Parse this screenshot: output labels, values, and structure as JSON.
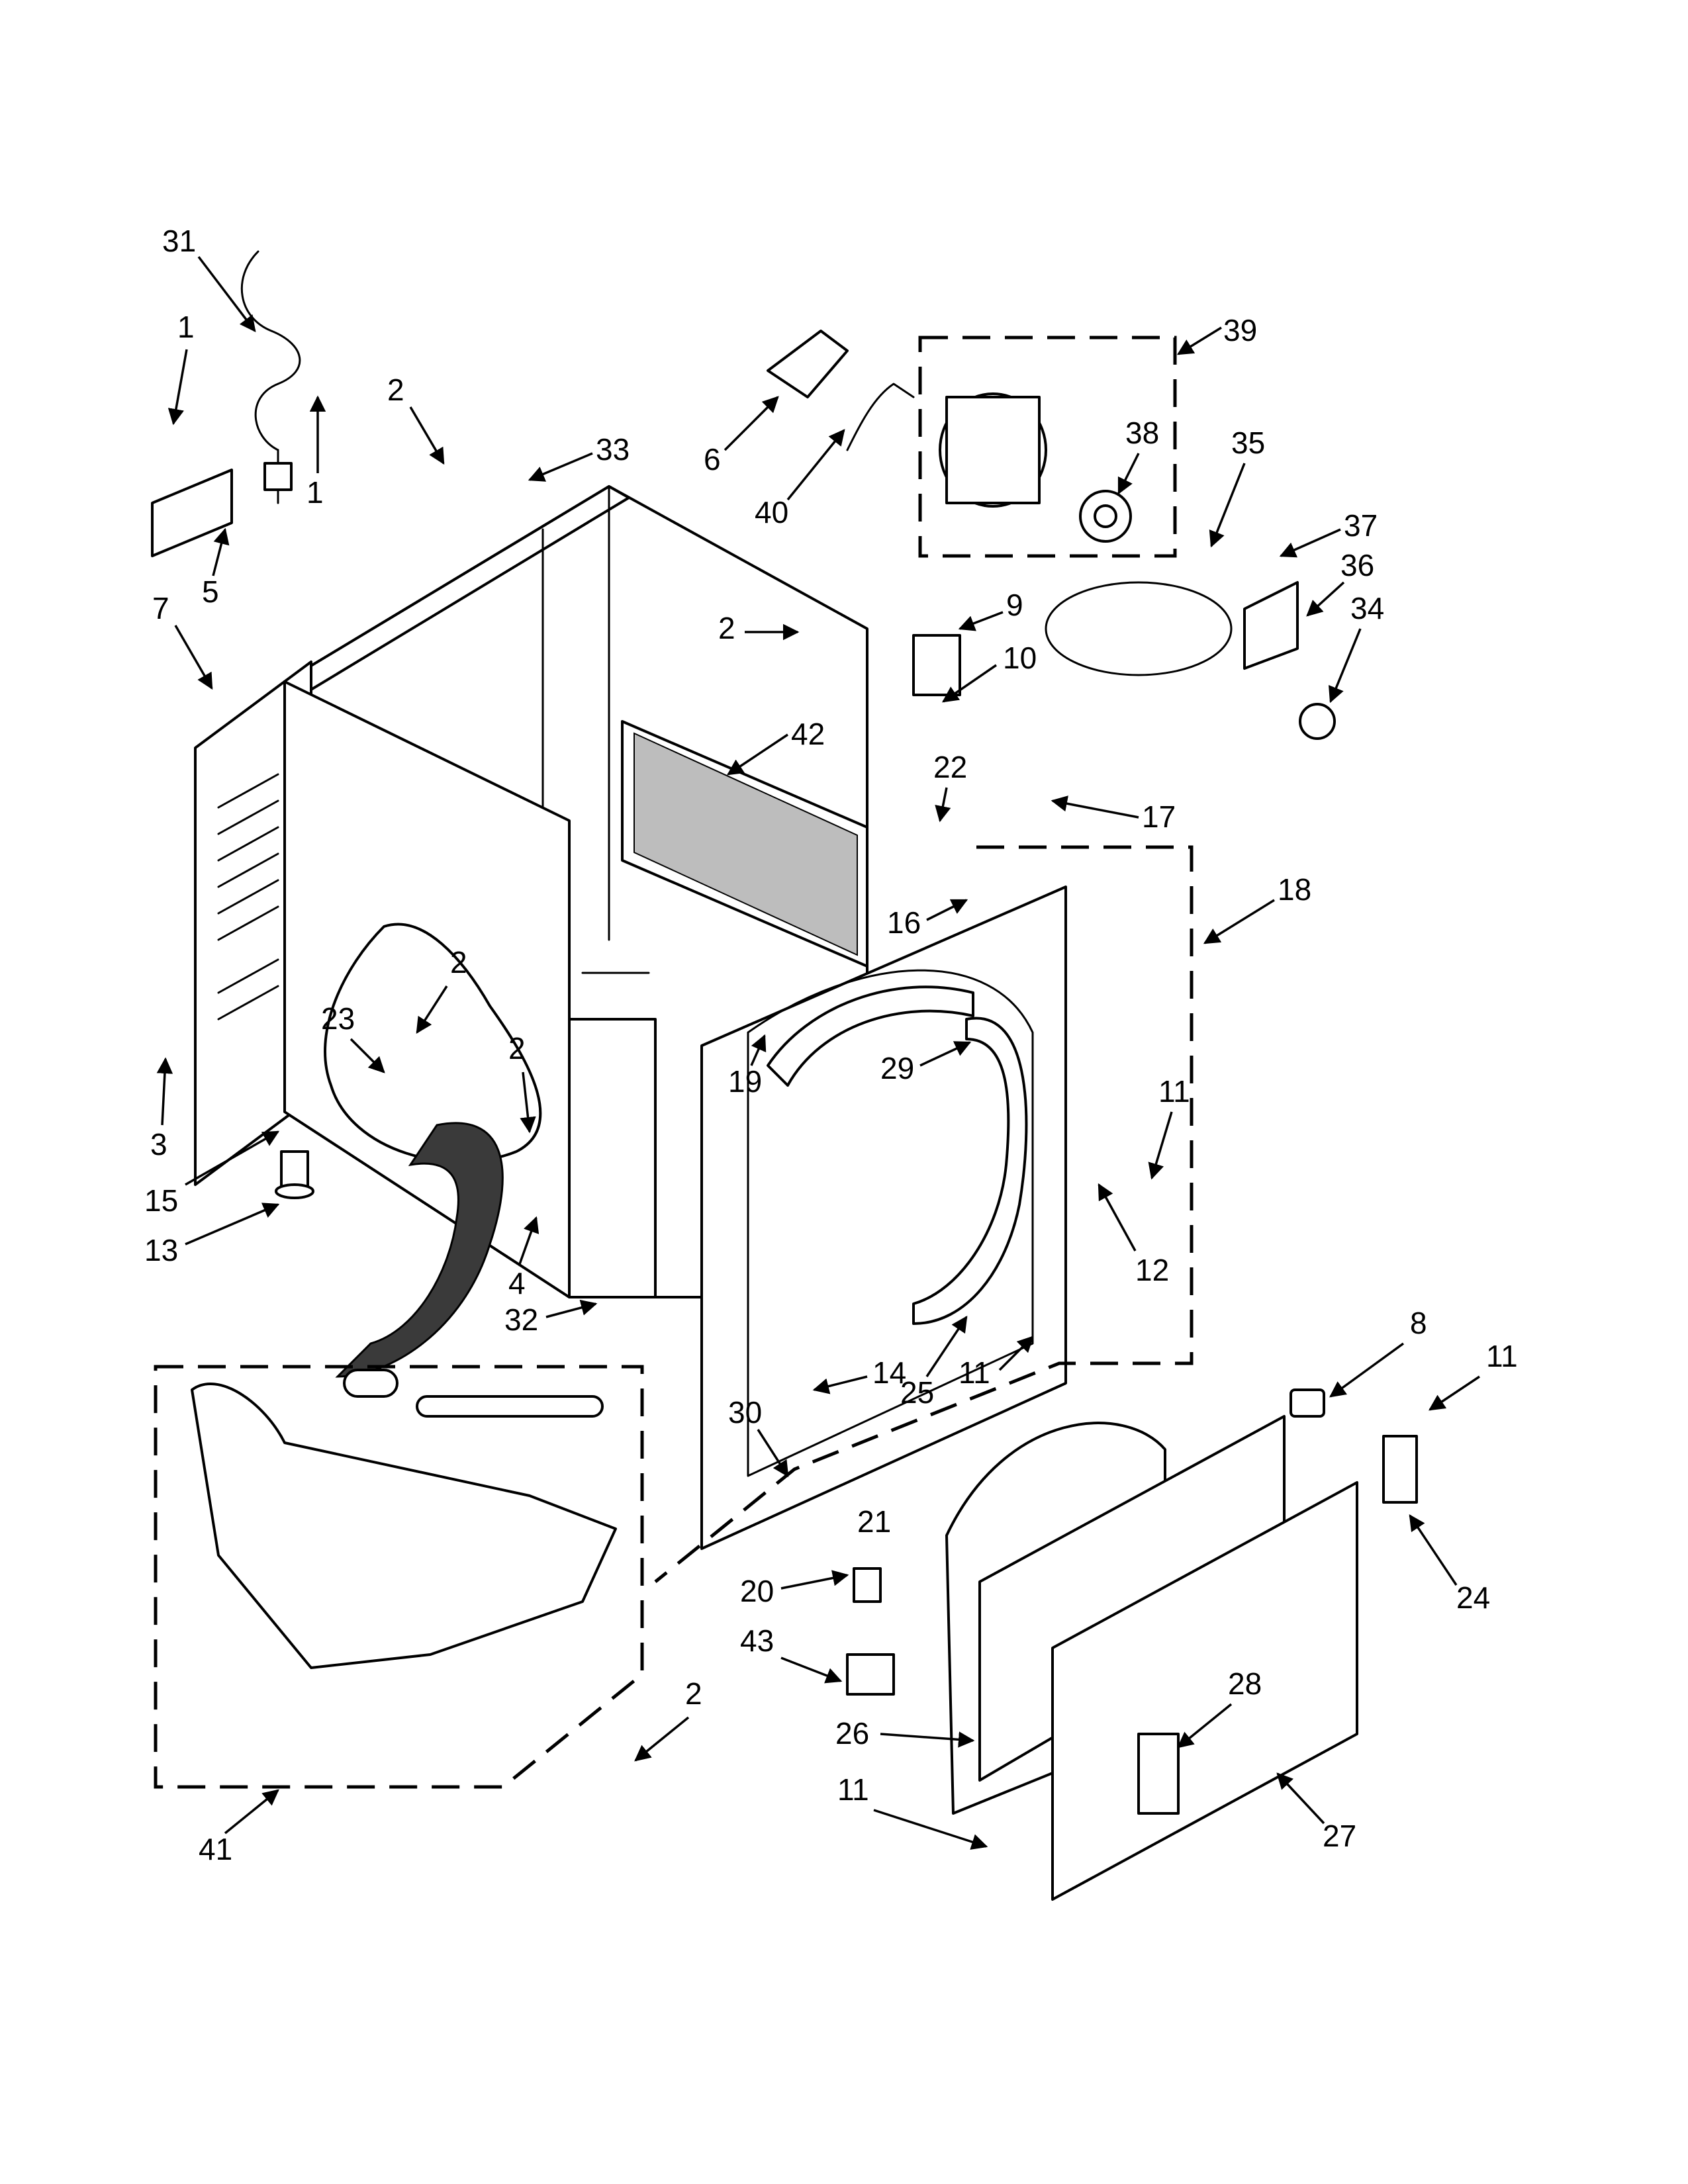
{
  "callouts": {
    "c1": "1",
    "c2": "2",
    "c3": "3",
    "c4": "4",
    "c5": "5",
    "c6": "6",
    "c7": "7",
    "c8": "8",
    "c9": "9",
    "c10": "10",
    "c11": "11",
    "c12": "12",
    "c13": "13",
    "c14": "14",
    "c15": "15",
    "c16": "16",
    "c17": "17",
    "c18": "18",
    "c19": "19",
    "c20": "20",
    "c21": "21",
    "c22": "22",
    "c23": "23",
    "c24": "24",
    "c25": "25",
    "c26": "26",
    "c27": "27",
    "c28": "28",
    "c29": "29",
    "c30": "30",
    "c31": "31",
    "c32": "32",
    "c33": "33",
    "c34": "34",
    "c35": "35",
    "c36": "36",
    "c37": "37",
    "c38": "38",
    "c39": "39",
    "c40": "40",
    "c41": "41",
    "c42": "42",
    "c43": "43"
  }
}
